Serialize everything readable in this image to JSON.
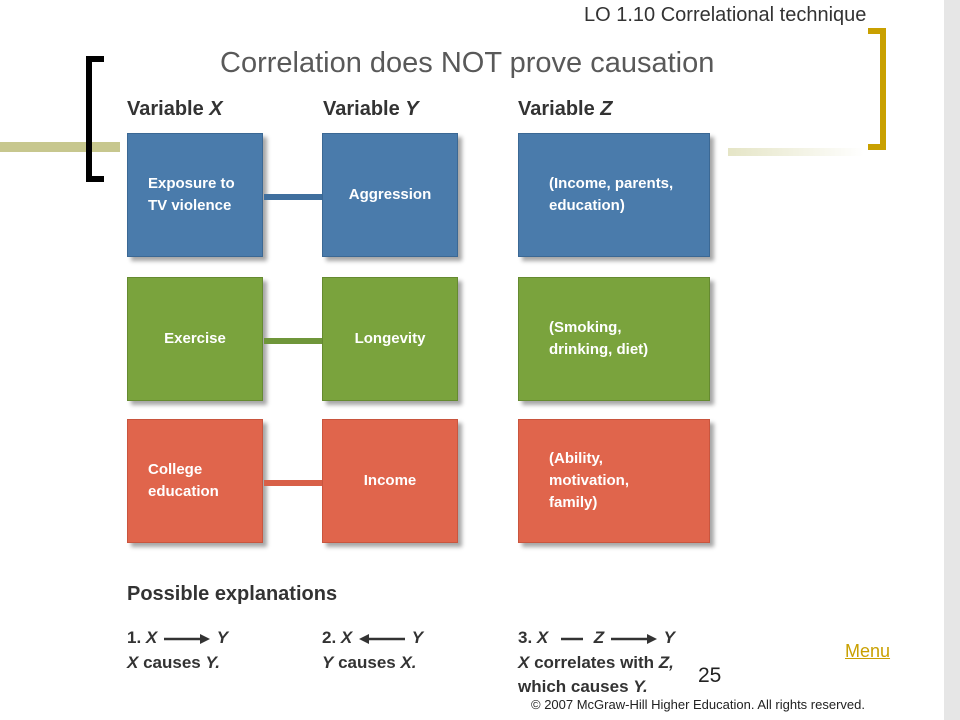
{
  "lo_label": "LO 1.10  Correlational technique",
  "slide_title": "Correlation does NOT prove causation",
  "columns": [
    {
      "prefix": "Variable ",
      "var": "X"
    },
    {
      "prefix": "Variable ",
      "var": "Y"
    },
    {
      "prefix": "Variable ",
      "var": "Z"
    }
  ],
  "rows": [
    {
      "color": "#4a7bab",
      "x": "Exposure to TV violence",
      "y": "Aggression",
      "z": "(Income, parents, education)"
    },
    {
      "color": "#7aa33d",
      "x": "Exercise",
      "y": "Longevity",
      "z": "(Smoking, drinking, diet)"
    },
    {
      "color": "#e0654c",
      "x": "College education",
      "y": "Income",
      "z": "(Ability, motivation, family)"
    }
  ],
  "possible_explanations_title": "Possible explanations",
  "explanations": [
    {
      "num": "1.",
      "a": "X",
      "b": "Y",
      "line2_var": "X",
      "line2_text": " causes ",
      "line2_end": "Y."
    },
    {
      "num": "2.",
      "a": "X",
      "b": "Y",
      "line2_var": "Y",
      "line2_text": " causes ",
      "line2_end": "X."
    },
    {
      "num": "3.",
      "a": "X",
      "mid": "Z",
      "b": "Y",
      "line2_var": "X",
      "line2_text": " correlates with ",
      "line2_end": "Z,",
      "line3_text": "which causes ",
      "line3_end": "Y."
    }
  ],
  "page_number": "25",
  "menu_label": "Menu",
  "copyright": "© 2007 McGraw-Hill Higher Education. All rights reserved.",
  "colors": {
    "accent_gold": "#c9a000",
    "olive": "#c7c78e"
  }
}
